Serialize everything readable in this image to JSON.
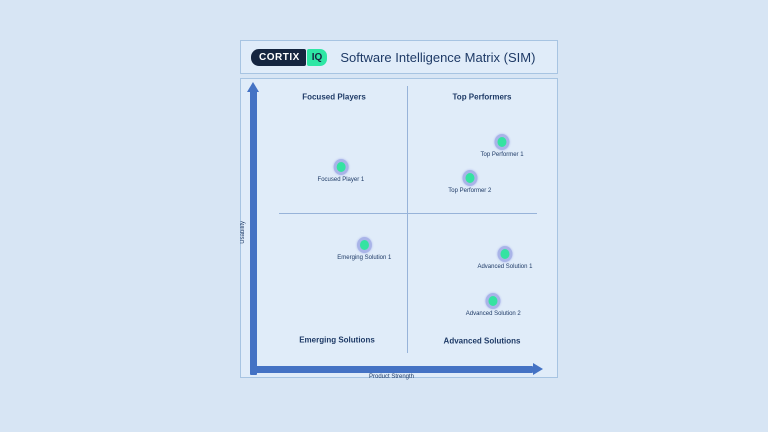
{
  "header": {
    "logo": {
      "text_primary": "CORTIX",
      "text_secondary": "IQ",
      "primary_bg": "#15253f",
      "secondary_bg": "#2ee6a4"
    },
    "title": "Software Intelligence Matrix (SIM)"
  },
  "colors": {
    "page_background": "#d7e5f4",
    "panel_background": "#e0ecf9",
    "panel_border": "#a7c4e2",
    "axis_arrow": "#4472c4",
    "divider_line": "#97b3d9",
    "point_fill": "#35e3a1",
    "point_halo": "#a9b4e8",
    "text": "#1e3a66"
  },
  "chart_data": {
    "type": "scatter",
    "title": "Software Intelligence Matrix (SIM)",
    "xlabel": "Product Strength",
    "ylabel": "Usability",
    "xlim": [
      0,
      1
    ],
    "ylim": [
      0,
      1
    ],
    "grid": false,
    "legend": "none",
    "quadrants": [
      {
        "position": "top-left",
        "label": "Focused Players"
      },
      {
        "position": "top-right",
        "label": "Top Performers"
      },
      {
        "position": "bottom-left",
        "label": "Emerging Solutions"
      },
      {
        "position": "bottom-right",
        "label": "Advanced Solutions"
      }
    ],
    "points": [
      {
        "label": "Focused Player 1",
        "quadrant": "Focused Players",
        "x": 0.3,
        "y": 0.72
      },
      {
        "label": "Top Performer 1",
        "quadrant": "Top Performers",
        "x": 0.85,
        "y": 0.81
      },
      {
        "label": "Top Performer 2",
        "quadrant": "Top Performers",
        "x": 0.74,
        "y": 0.68
      },
      {
        "label": "Emerging Solution 1",
        "quadrant": "Emerging Solutions",
        "x": 0.38,
        "y": 0.44
      },
      {
        "label": "Advanced Solution 1",
        "quadrant": "Advanced Solutions",
        "x": 0.86,
        "y": 0.41
      },
      {
        "label": "Advanced Solution 2",
        "quadrant": "Advanced Solutions",
        "x": 0.82,
        "y": 0.24
      }
    ]
  }
}
